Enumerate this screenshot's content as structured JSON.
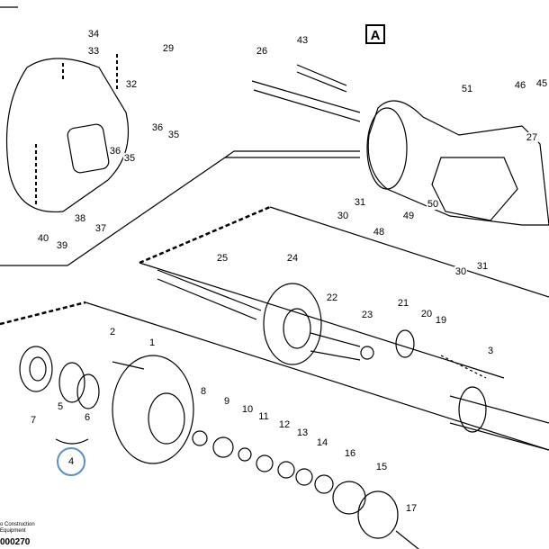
{
  "diagram": {
    "callout_box": "A",
    "circled_label": "4",
    "footer": {
      "company_line1": "o Construction",
      "company_line2": "Equipment",
      "drawing_code": "000270"
    },
    "labels": [
      "34",
      "33",
      "29",
      "32",
      "36",
      "35",
      "36",
      "35",
      "38",
      "37",
      "40",
      "39",
      "26",
      "43",
      "51",
      "46",
      "45",
      "27",
      "30",
      "31",
      "48",
      "49",
      "50",
      "30",
      "31",
      "25",
      "24",
      "22",
      "23",
      "21",
      "20",
      "19",
      "3",
      "2",
      "1",
      "7",
      "5",
      "6",
      "8",
      "9",
      "10",
      "11",
      "12",
      "13",
      "14",
      "16",
      "15",
      "17"
    ]
  },
  "colors": {
    "line": "#000000",
    "highlight_circle": "#5b8fc9"
  }
}
